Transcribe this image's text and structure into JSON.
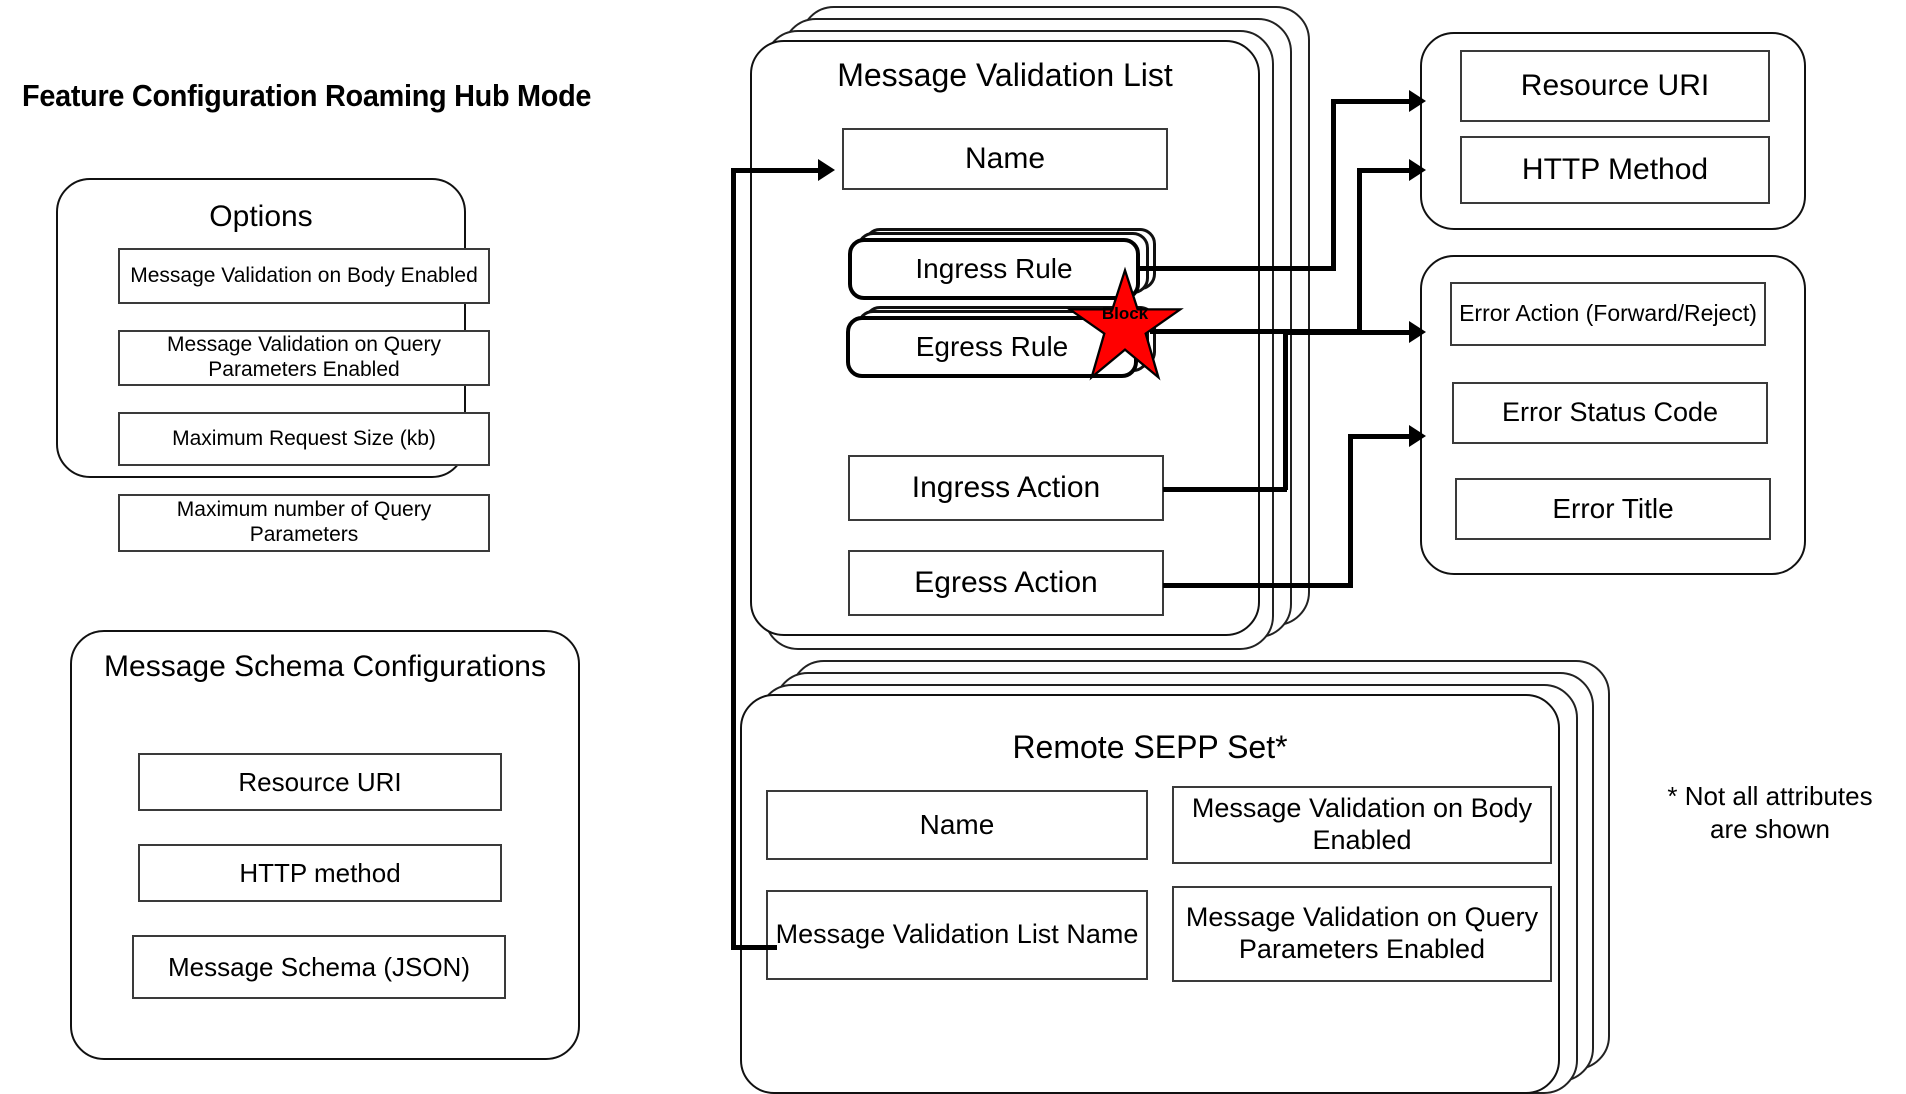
{
  "title": "Feature Configuration Roaming Hub Mode",
  "footnote": "* Not all attributes are shown",
  "colors": {
    "star_fill": "#FF0000",
    "star_stroke": "#000000",
    "line": "#000000",
    "box_border": "#3a3a3a",
    "card_border": "#111111"
  },
  "options_panel": {
    "heading": "Options",
    "items": [
      "Message Validation on Body Enabled",
      "Message Validation on Query Parameters Enabled",
      "Maximum Request Size (kb)",
      "Maximum number of Query Parameters"
    ]
  },
  "schema_panel": {
    "heading": "Message Schema Configurations",
    "items": [
      "Resource URI",
      "HTTP method",
      "Message Schema (JSON)"
    ]
  },
  "message_validation_list": {
    "heading": "Message Validation List",
    "items": [
      "Name",
      "Ingress Rule",
      "Egress Rule",
      "Ingress Action",
      "Egress Action"
    ],
    "stacked": true,
    "stack_count": 3
  },
  "rule_target_panel": {
    "items": [
      "Resource URI",
      "HTTP Method"
    ]
  },
  "action_target_panel": {
    "items": [
      "Error Action (Forward/Reject)",
      "Error Status Code",
      "Error Title"
    ]
  },
  "remote_sepp_set": {
    "heading": "Remote SEPP Set*",
    "stacked": true,
    "stack_count": 3,
    "items_left": [
      "Name",
      "Message Validation List Name"
    ],
    "items_right": [
      "Message Validation on Body Enabled",
      "Message Validation on Query Parameters Enabled"
    ]
  },
  "badge": {
    "label": "Block",
    "shape": "star"
  }
}
